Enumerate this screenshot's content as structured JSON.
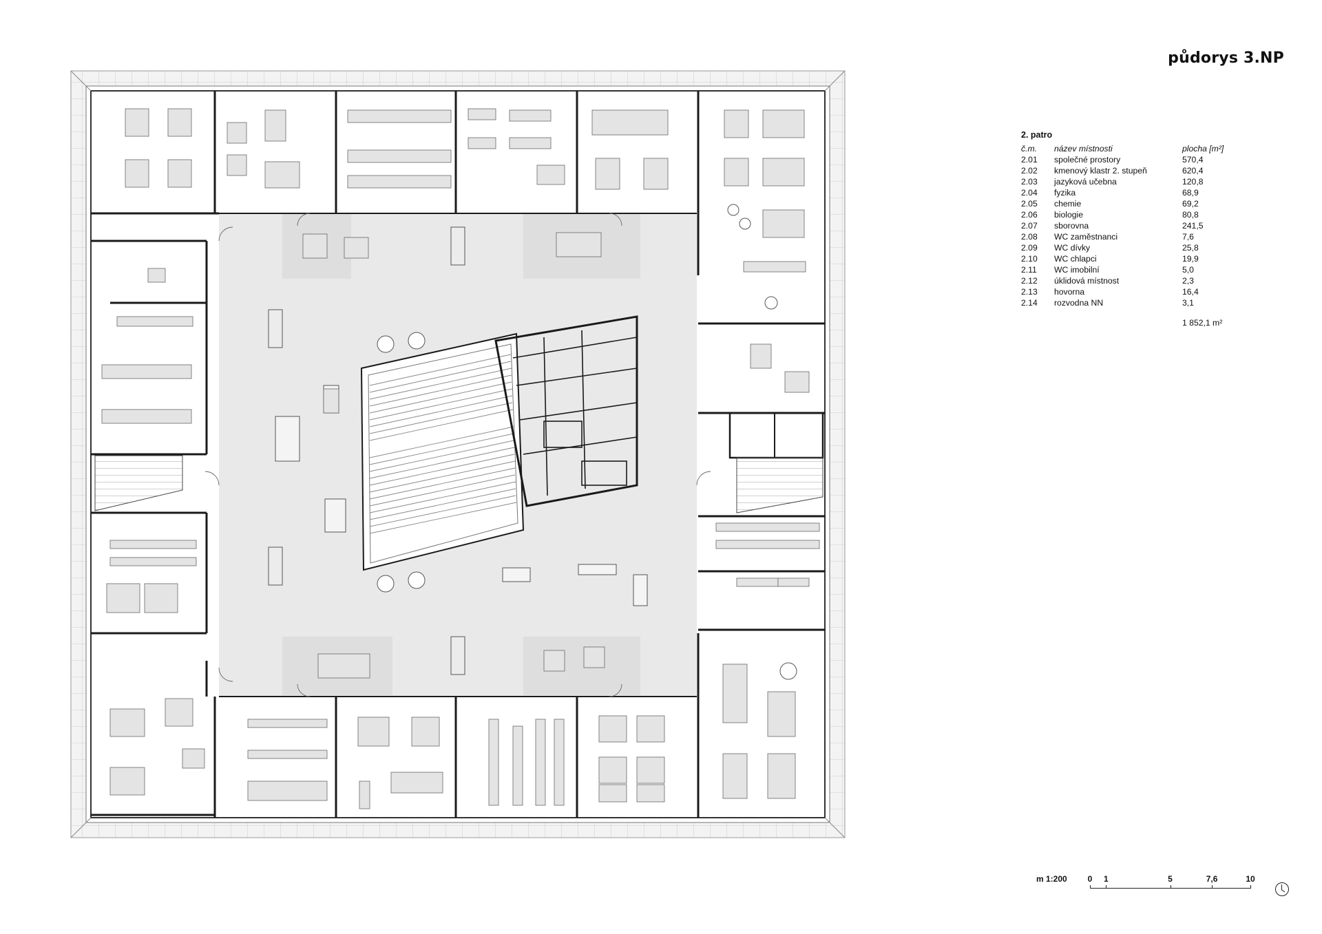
{
  "title": "půdorys 3.NP",
  "legend": {
    "heading": "2. patro",
    "col_number": "č.m.",
    "col_name": "název místnosti",
    "col_area": "plocha [m²]",
    "rooms": [
      {
        "no": "2.01",
        "name": "společné prostory",
        "area": "570,4"
      },
      {
        "no": "2.02",
        "name": "kmenový klastr 2. stupeň",
        "area": "620,4"
      },
      {
        "no": "2.03",
        "name": "jazyková učebna",
        "area": "120,8"
      },
      {
        "no": "2.04",
        "name": "fyzika",
        "area": "68,9"
      },
      {
        "no": "2.05",
        "name": "chemie",
        "area": "69,2"
      },
      {
        "no": "2.06",
        "name": "biologie",
        "area": "80,8"
      },
      {
        "no": "2.07",
        "name": "sborovna",
        "area": "241,5"
      },
      {
        "no": "2.08",
        "name": "WC zaměstnanci",
        "area": "7,6"
      },
      {
        "no": "2.09",
        "name": "WC dívky",
        "area": "25,8"
      },
      {
        "no": "2.10",
        "name": "WC chlapci",
        "area": "19,9"
      },
      {
        "no": "2.11",
        "name": "WC imobilní",
        "area": "5,0"
      },
      {
        "no": "2.12",
        "name": "úklidová místnost",
        "area": "2,3"
      },
      {
        "no": "2.13",
        "name": "hovorna",
        "area": "16,4"
      },
      {
        "no": "2.14",
        "name": "rozvodna NN",
        "area": "3,1"
      }
    ],
    "total": "1 852,1 m²"
  },
  "scale": {
    "label": "m 1:200",
    "ticks": [
      "0",
      "1",
      "5",
      "7,6",
      "10"
    ],
    "tick_values": [
      0,
      1,
      5,
      7.6,
      10
    ]
  },
  "colors": {
    "wall": "#1a1a1a",
    "corridor_fill": "#e8e8e8",
    "furniture_fill": "#e2e2e2",
    "facade_fill": "#f2f2f2",
    "line": "#555555"
  },
  "icons": {
    "north_arrow": "north-arrow-icon"
  }
}
